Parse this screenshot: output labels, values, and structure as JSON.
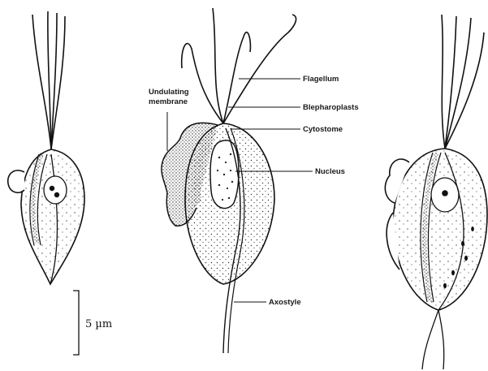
{
  "labels": {
    "flagellum": "Flagellum",
    "blepharoplasts": "Blepharoplasts",
    "cytostome": "Cytostome",
    "nucleus": "Nucleus",
    "axostyle": "Axostyle",
    "undulating_line1": "Undulating",
    "undulating_line2": "membrane"
  },
  "scale_bar": {
    "text": "5 µm"
  }
}
